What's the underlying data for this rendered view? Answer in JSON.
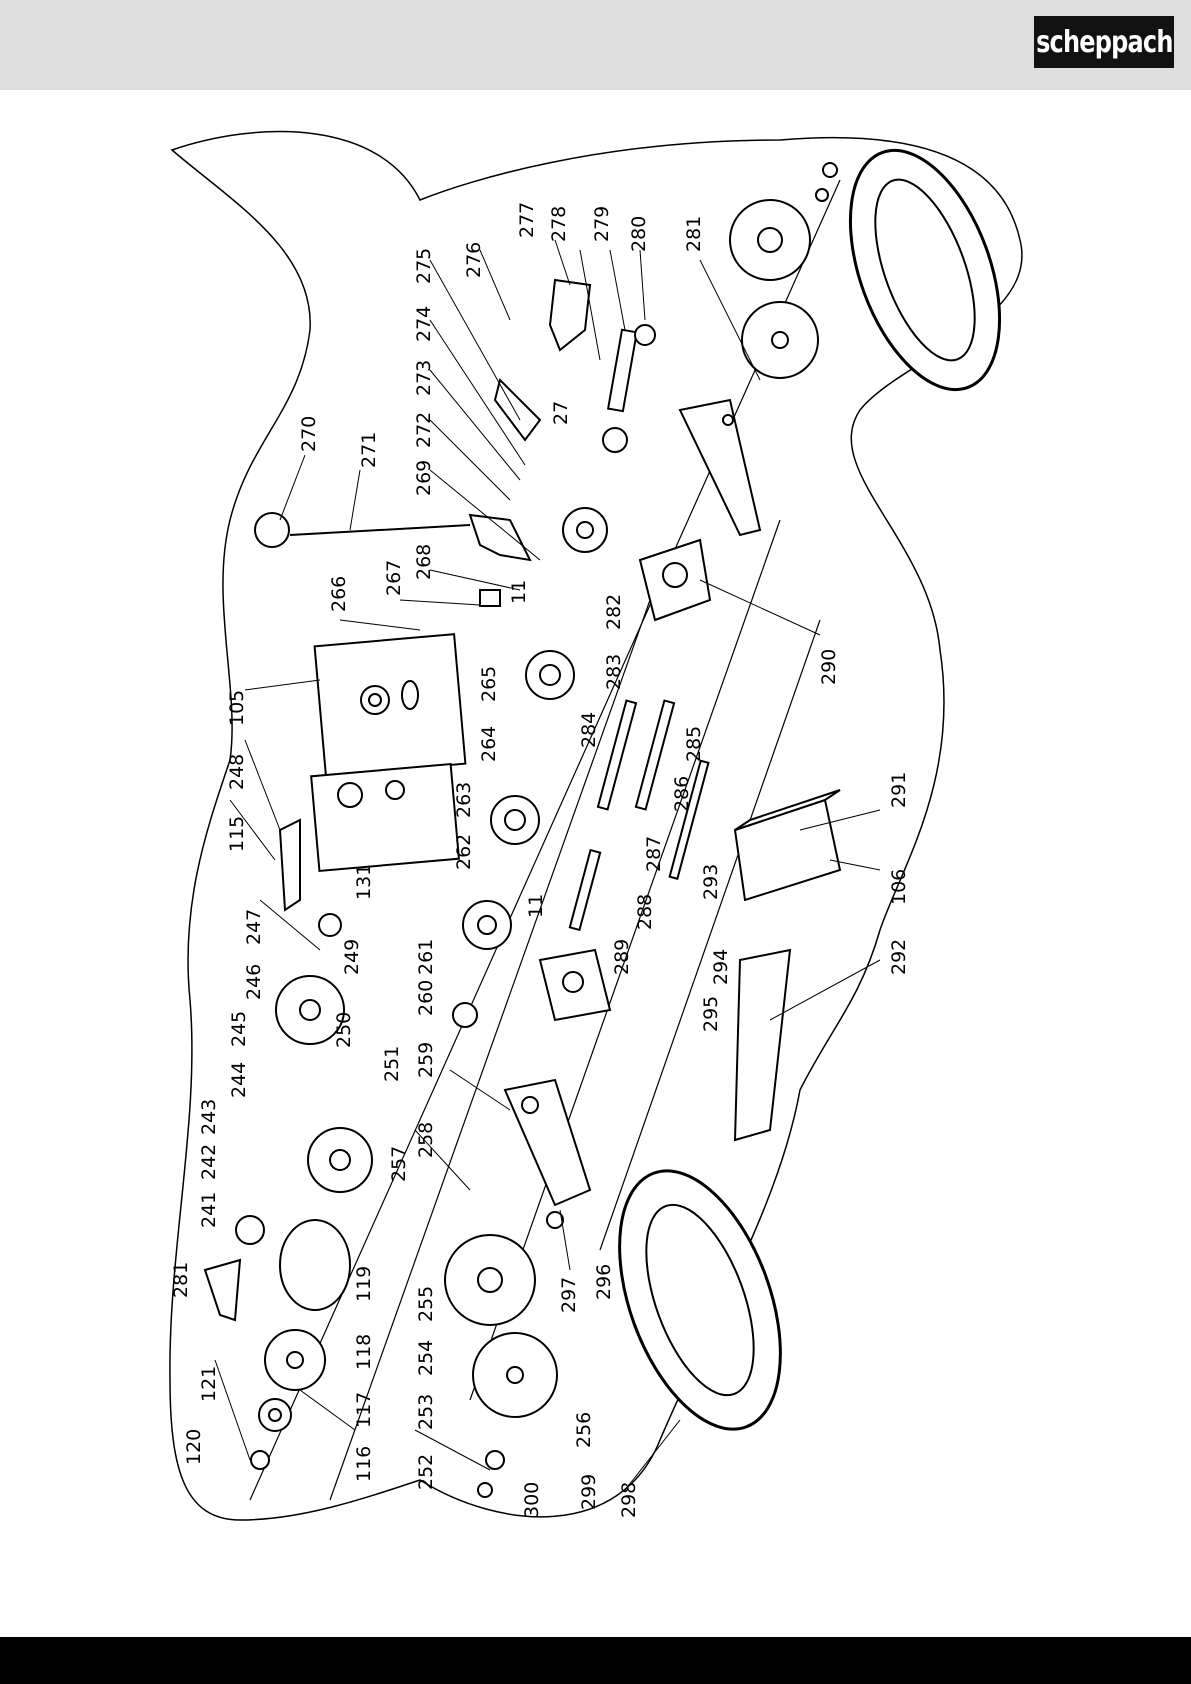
{
  "brand": {
    "logo_text": "scheppach"
  },
  "diagram": {
    "labels": [
      {
        "id": "l270",
        "text": "270"
      },
      {
        "id": "l271",
        "text": "271"
      },
      {
        "id": "l276",
        "text": "276"
      },
      {
        "id": "l275",
        "text": "275"
      },
      {
        "id": "l274",
        "text": "274"
      },
      {
        "id": "l273",
        "text": "273"
      },
      {
        "id": "l272",
        "text": "272"
      },
      {
        "id": "l269",
        "text": "269"
      },
      {
        "id": "l277",
        "text": "277"
      },
      {
        "id": "l278",
        "text": "278"
      },
      {
        "id": "l279",
        "text": "279"
      },
      {
        "id": "l280",
        "text": "280"
      },
      {
        "id": "l281a",
        "text": "281"
      },
      {
        "id": "l27",
        "text": "27"
      },
      {
        "id": "l268",
        "text": "268"
      },
      {
        "id": "l267",
        "text": "267"
      },
      {
        "id": "l11a",
        "text": "11"
      },
      {
        "id": "l266",
        "text": "266"
      },
      {
        "id": "l282",
        "text": "282"
      },
      {
        "id": "l283",
        "text": "283"
      },
      {
        "id": "l290",
        "text": "290"
      },
      {
        "id": "l105",
        "text": "105"
      },
      {
        "id": "l265",
        "text": "265"
      },
      {
        "id": "l264",
        "text": "264"
      },
      {
        "id": "l284",
        "text": "284"
      },
      {
        "id": "l285",
        "text": "285"
      },
      {
        "id": "l248",
        "text": "248"
      },
      {
        "id": "l263",
        "text": "263"
      },
      {
        "id": "l286",
        "text": "286"
      },
      {
        "id": "l291",
        "text": "291"
      },
      {
        "id": "l115",
        "text": "115"
      },
      {
        "id": "l262",
        "text": "262"
      },
      {
        "id": "l287",
        "text": "287"
      },
      {
        "id": "l106",
        "text": "106"
      },
      {
        "id": "l131",
        "text": "131"
      },
      {
        "id": "l293",
        "text": "293"
      },
      {
        "id": "l247",
        "text": "247"
      },
      {
        "id": "l288",
        "text": "288"
      },
      {
        "id": "l11b",
        "text": "11"
      },
      {
        "id": "l261",
        "text": "261"
      },
      {
        "id": "l249",
        "text": "249"
      },
      {
        "id": "l246",
        "text": "246"
      },
      {
        "id": "l294",
        "text": "294"
      },
      {
        "id": "l289",
        "text": "289"
      },
      {
        "id": "l292",
        "text": "292"
      },
      {
        "id": "l260",
        "text": "260"
      },
      {
        "id": "l245",
        "text": "245"
      },
      {
        "id": "l250",
        "text": "250"
      },
      {
        "id": "l295",
        "text": "295"
      },
      {
        "id": "l251",
        "text": "251"
      },
      {
        "id": "l259",
        "text": "259"
      },
      {
        "id": "l244",
        "text": "244"
      },
      {
        "id": "l243",
        "text": "243"
      },
      {
        "id": "l258",
        "text": "258"
      },
      {
        "id": "l242",
        "text": "242"
      },
      {
        "id": "l257",
        "text": "257"
      },
      {
        "id": "l241",
        "text": "241"
      },
      {
        "id": "l296",
        "text": "296"
      },
      {
        "id": "l119",
        "text": "119"
      },
      {
        "id": "l297",
        "text": "297"
      },
      {
        "id": "l281b",
        "text": "281"
      },
      {
        "id": "l255",
        "text": "255"
      },
      {
        "id": "l118",
        "text": "118"
      },
      {
        "id": "l254",
        "text": "254"
      },
      {
        "id": "l121",
        "text": "121"
      },
      {
        "id": "l253",
        "text": "253"
      },
      {
        "id": "l117",
        "text": "117"
      },
      {
        "id": "l256",
        "text": "256"
      },
      {
        "id": "l120",
        "text": "120"
      },
      {
        "id": "l116",
        "text": "116"
      },
      {
        "id": "l252",
        "text": "252"
      },
      {
        "id": "l300",
        "text": "300"
      },
      {
        "id": "l299",
        "text": "299"
      },
      {
        "id": "l298",
        "text": "298"
      }
    ]
  }
}
